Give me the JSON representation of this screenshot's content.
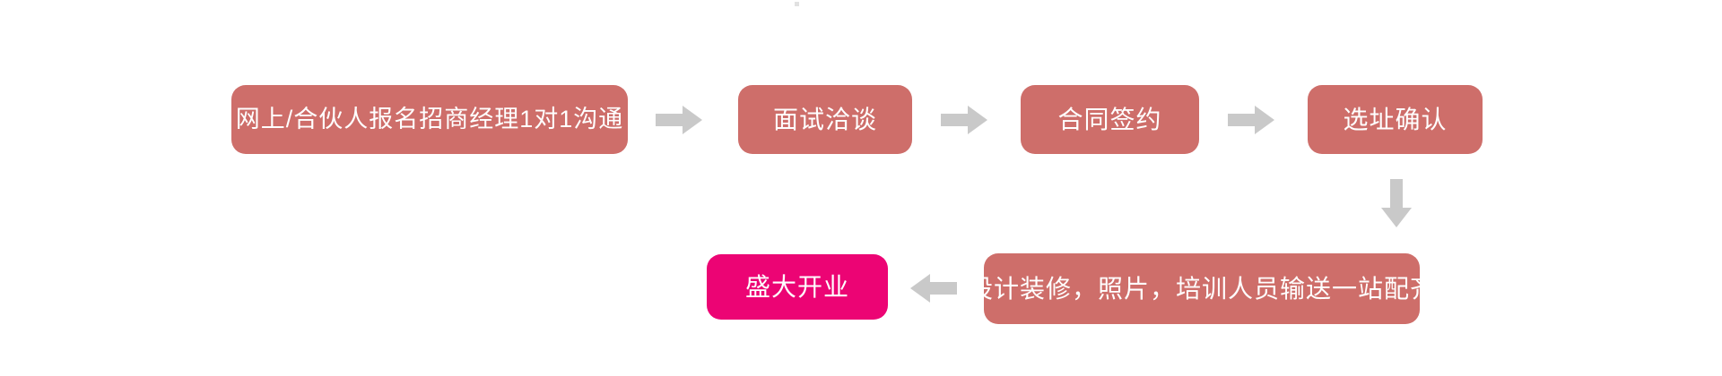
{
  "colors": {
    "page_bg": "#ffffff",
    "step_bg": "#CE6E6A",
    "final_bg": "#EC0474",
    "arrow": "#C9C9C9",
    "text": "#ffffff"
  },
  "flow": {
    "type": "flowchart",
    "steps": [
      {
        "id": "step-1",
        "label": "网上/合伙人报名招商经理1对1沟通"
      },
      {
        "id": "step-2",
        "label": "面试洽谈"
      },
      {
        "id": "step-3",
        "label": "合同签约"
      },
      {
        "id": "step-4",
        "label": "选址确认"
      },
      {
        "id": "step-5",
        "label": "设计装修，照片，培训人员输送一站配齐"
      },
      {
        "id": "step-6",
        "label": "盛大开业"
      }
    ],
    "connections": [
      {
        "from": "step-1",
        "to": "step-2",
        "direction": "right"
      },
      {
        "from": "step-2",
        "to": "step-3",
        "direction": "right"
      },
      {
        "from": "step-3",
        "to": "step-4",
        "direction": "right"
      },
      {
        "from": "step-4",
        "to": "step-5",
        "direction": "down"
      },
      {
        "from": "step-5",
        "to": "step-6",
        "direction": "left"
      }
    ]
  }
}
